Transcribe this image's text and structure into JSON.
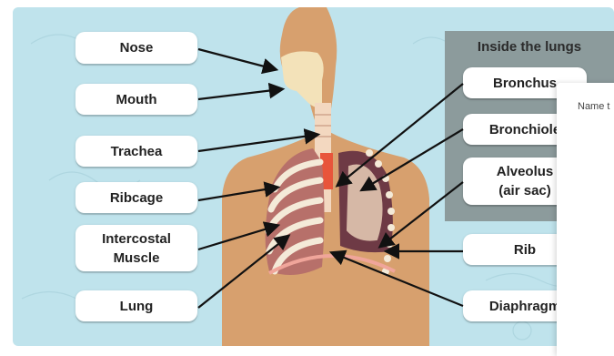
{
  "labels": {
    "left": [
      "Nose",
      "Mouth",
      "Trachea",
      "Ribcage",
      "Intercostal\nMuscle",
      "Lung"
    ],
    "right": [
      "Bronchus",
      "Bronchiole",
      "Alveolus\n(air sac)",
      "Rib",
      "Diaphragm"
    ]
  },
  "inside_panel": {
    "title": "Inside the lungs"
  },
  "popup": {
    "text": "Name t"
  },
  "colors": {
    "background": "#bfe3ec",
    "body": "#d7a06e",
    "panel": "#8c9b9c",
    "trachea": "#e8553b"
  }
}
